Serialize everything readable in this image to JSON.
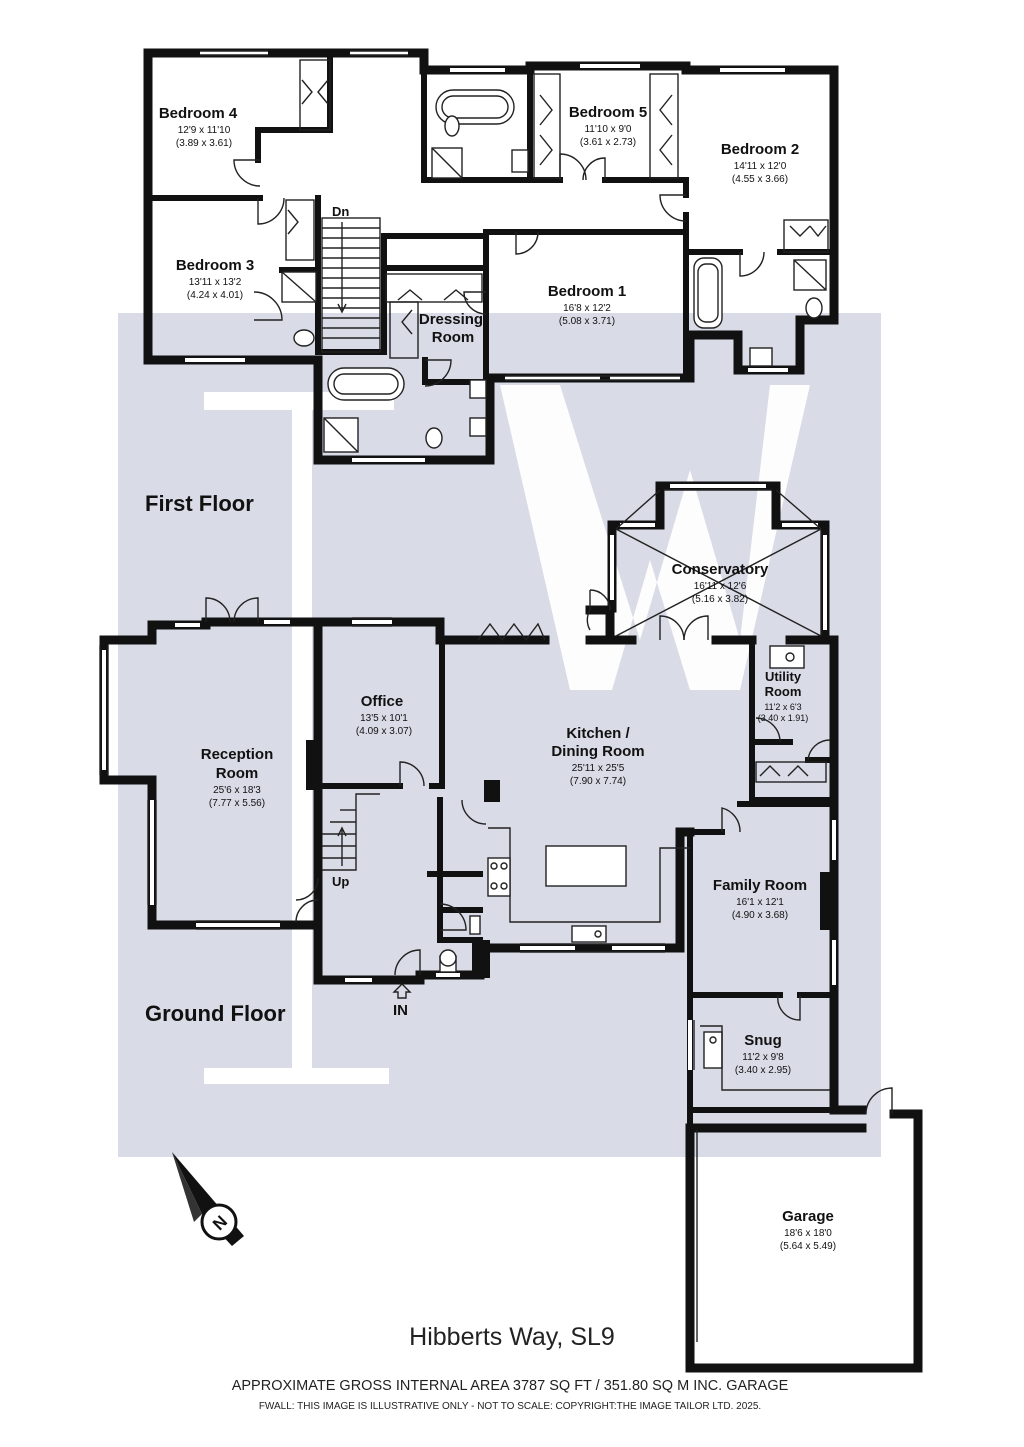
{
  "floors": {
    "first": "First Floor",
    "ground": "Ground Floor"
  },
  "rooms": {
    "bedroom4": {
      "name": "Bedroom 4",
      "imperial": "12'9 x 11'10",
      "metric": "(3.89 x 3.61)"
    },
    "bedroom5": {
      "name": "Bedroom 5",
      "imperial": "11'10 x 9'0",
      "metric": "(3.61 x 2.73)"
    },
    "bedroom2": {
      "name": "Bedroom 2",
      "imperial": "14'11 x 12'0",
      "metric": "(4.55 x 3.66)"
    },
    "bedroom3": {
      "name": "Bedroom 3",
      "imperial": "13'11 x 13'2",
      "metric": "(4.24 x 4.01)"
    },
    "bedroom1": {
      "name": "Bedroom 1",
      "imperial": "16'8 x 12'2",
      "metric": "(5.08 x 3.71)"
    },
    "dressing": {
      "name_line1": "Dressing",
      "name_line2": "Room"
    },
    "conservatory": {
      "name": "Conservatory",
      "imperial": "16'11 x 12'6",
      "metric": "(5.16 x 3.82)"
    },
    "utility": {
      "name_line1": "Utility",
      "name_line2": "Room",
      "imperial": "11'2 x 6'3",
      "metric": "(3.40 x 1.91)"
    },
    "office": {
      "name": "Office",
      "imperial": "13'5 x 10'1",
      "metric": "(4.09 x 3.07)"
    },
    "reception": {
      "name_line1": "Reception",
      "name_line2": "Room",
      "imperial": "25'6 x 18'3",
      "metric": "(7.77 x 5.56)"
    },
    "kitchen": {
      "name_line1": "Kitchen /",
      "name_line2": "Dining Room",
      "imperial": "25'11 x 25'5",
      "metric": "(7.90 x 7.74)"
    },
    "family": {
      "name": "Family Room",
      "imperial": "16'1 x 12'1",
      "metric": "(4.90 x 3.68)"
    },
    "snug": {
      "name": "Snug",
      "imperial": "11'2 x 9'8",
      "metric": "(3.40 x 2.95)"
    },
    "garage": {
      "name": "Garage",
      "imperial": "18'6 x 18'0",
      "metric": "(5.64 x 5.49)"
    }
  },
  "labels": {
    "down": "Dn",
    "up": "Up",
    "entrance": "IN",
    "compass": "N"
  },
  "footer": {
    "address": "Hibberts Way, SL9",
    "area": "APPROXIMATE GROSS INTERNAL AREA 3787 SQ FT / 351.80 SQ M INC. GARAGE",
    "copyright": "FWALL: THIS IMAGE IS ILLUSTRATIVE ONLY - NOT TO SCALE: COPYRIGHT:THE IMAGE TAILOR LTD. 2025."
  },
  "colors": {
    "watermark_panel": "#d9dbe6",
    "watermark_letters": "#ffffff",
    "walls": "#111111"
  }
}
